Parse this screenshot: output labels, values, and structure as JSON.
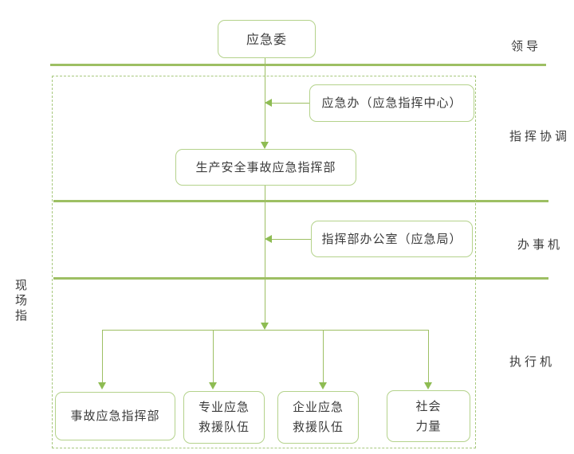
{
  "diagram": {
    "kind": "org-flowchart",
    "language": "zh-CN",
    "topic": "生产安全事故应急组织体系"
  },
  "nodes": {
    "committee": {
      "label": "应急委"
    },
    "office": {
      "label": "应急办（应急指挥中心）"
    },
    "hq": {
      "label": "生产安全事故应急指挥部"
    },
    "hq_office": {
      "label": "指挥部办公室（应急局）"
    },
    "exec1": {
      "label": "事故应急指挥部"
    },
    "exec2": {
      "line1": "专业应急",
      "line2": "救援队伍"
    },
    "exec3": {
      "line1": "企业应急",
      "line2": "救援队伍"
    },
    "exec4": {
      "line1": "社会",
      "line2": "力量"
    }
  },
  "layer_labels": {
    "leadership": "领导",
    "command_coordination": "指挥协调",
    "administration": "办事机",
    "execution": "执行机",
    "onsite_command_vertical": "现场指"
  },
  "edges": [
    {
      "from": "应急委",
      "to": "生产安全事故应急指挥部",
      "type": "arrow-down"
    },
    {
      "from": "应急办（应急指挥中心）",
      "to": "主干线",
      "type": "arrow-left"
    },
    {
      "from": "指挥部办公室（应急局）",
      "to": "主干线",
      "type": "arrow-left"
    },
    {
      "from": "生产安全事故应急指挥部",
      "to": "事故应急指挥部",
      "type": "arrow-down"
    },
    {
      "from": "生产安全事故应急指挥部",
      "to": "专业应急救援队伍",
      "type": "arrow-down"
    },
    {
      "from": "生产安全事故应急指挥部",
      "to": "企业应急救援队伍",
      "type": "arrow-down"
    },
    {
      "from": "生产安全事故应急指挥部",
      "to": "社会力量",
      "type": "arrow-down"
    }
  ],
  "colors": {
    "section_line_green": "#9dbf63",
    "box_border_green": "#b4d28b",
    "arrow_green": "#8ebc53",
    "dashed_border_green": "#a7c87d",
    "text": "#3b3b3b",
    "background": "#ffffff"
  }
}
